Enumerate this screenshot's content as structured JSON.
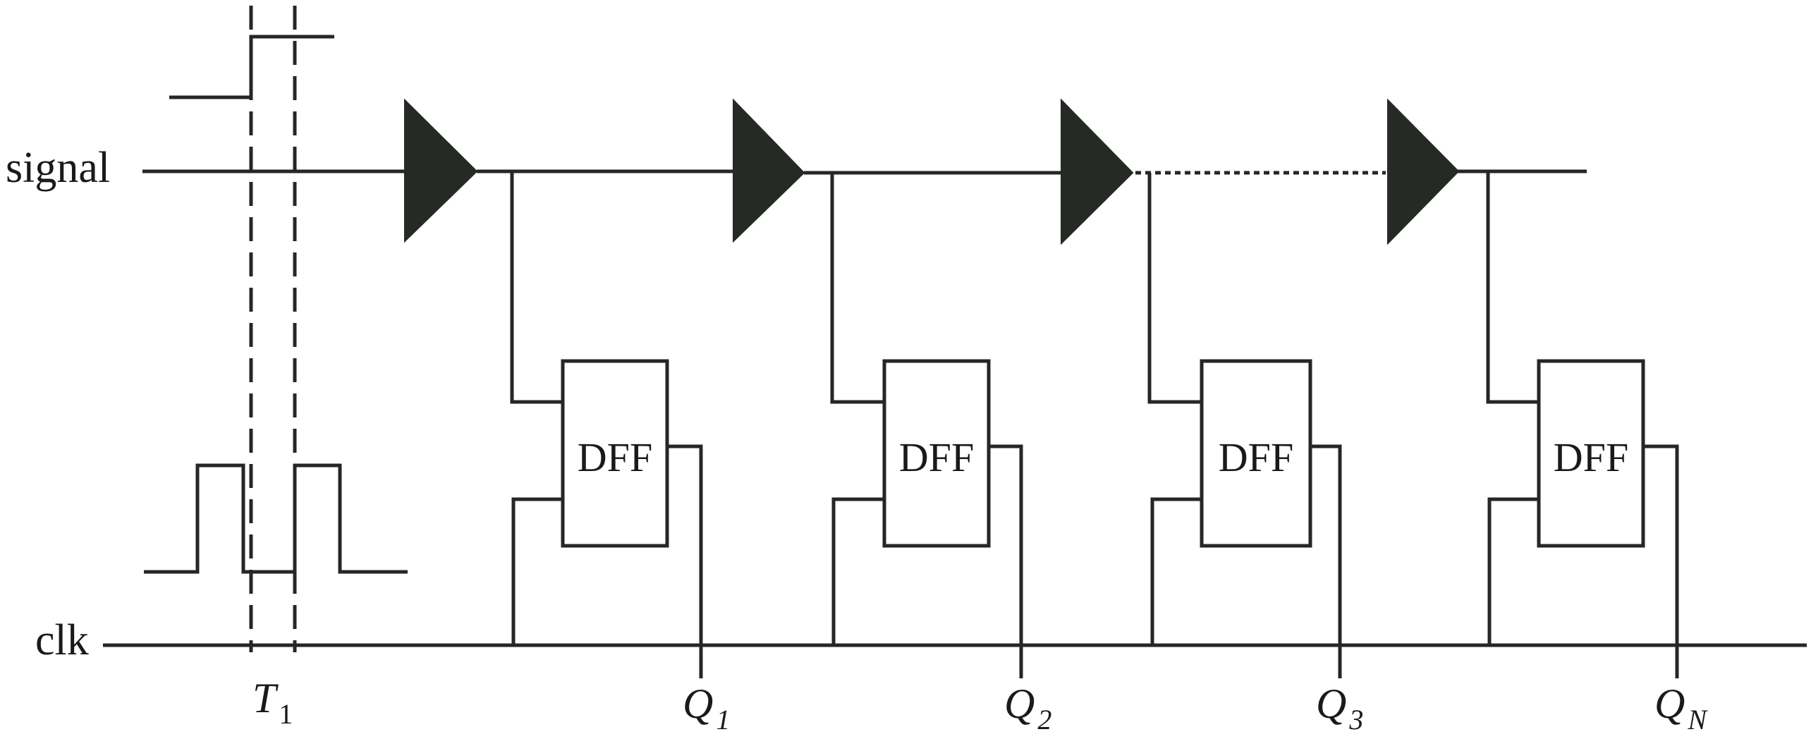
{
  "labels": {
    "signal": "signal",
    "clk": "clk",
    "t1_main": "T",
    "t1_sub": "1"
  },
  "dffs": [
    {
      "label": "DFF",
      "q_main": "Q",
      "q_sub": "1"
    },
    {
      "label": "DFF",
      "q_main": "Q",
      "q_sub": "2"
    },
    {
      "label": "DFF",
      "q_main": "Q",
      "q_sub": "3"
    },
    {
      "label": "DFF",
      "q_main": "Q",
      "q_sub": "N"
    }
  ],
  "buffer_count": 4,
  "colors": {
    "line": "#262626",
    "buffer_fill": "#252a25",
    "background": "#ffffff"
  }
}
